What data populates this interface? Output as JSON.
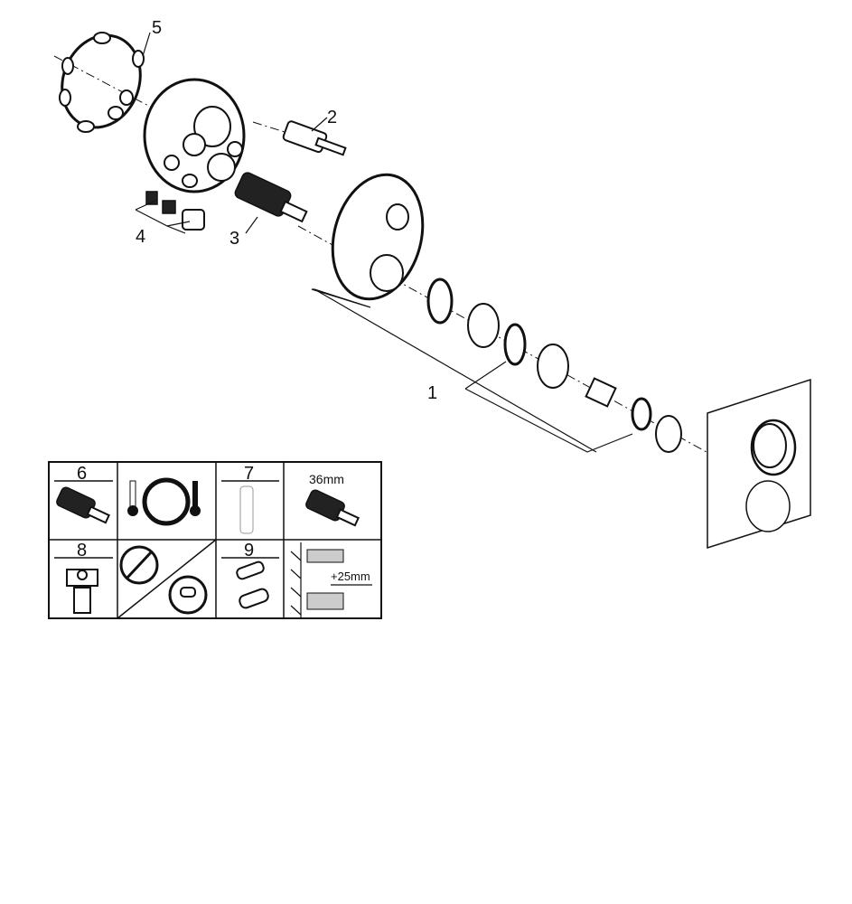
{
  "callouts": {
    "p1": "1",
    "p2": "2",
    "p3": "3",
    "p4": "4",
    "p5": "5"
  },
  "table": {
    "cell_6": "6",
    "cell_7": "7",
    "cell_36mm": "36mm",
    "cell_8": "8",
    "cell_9": "9",
    "cell_25mm": "+25mm"
  },
  "colors": {
    "line": "#111111",
    "background": "#ffffff"
  }
}
